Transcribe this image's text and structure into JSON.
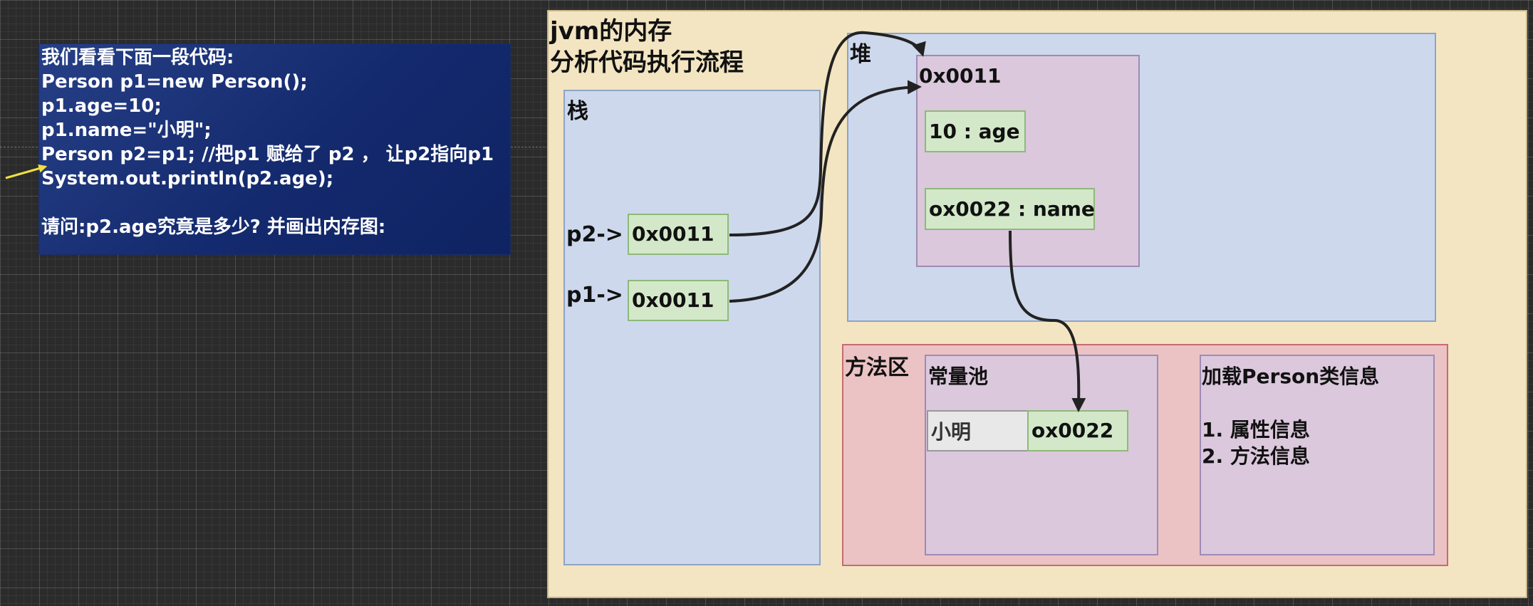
{
  "code_panel": {
    "lines": [
      "我们看看下面一段代码:",
      "Person p1=new Person();",
      "p1.age=10;",
      "p1.name=\"小明\";",
      "Person p2=p1; //把p1 赋给了 p2 ， 让p2指向p1",
      "System.out.println(p2.age);",
      "",
      "请问:p2.age究竟是多少? 并画出内存图:"
    ]
  },
  "jvm": {
    "title_line1": "jvm的内存",
    "title_line2": "分析代码执行流程"
  },
  "stack": {
    "title": "栈",
    "vars": [
      {
        "label": "p2->",
        "value": "0x0011"
      },
      {
        "label": "p1->",
        "value": "0x0011"
      }
    ]
  },
  "heap": {
    "title": "堆",
    "object": {
      "address": "0x0011",
      "fields": [
        {
          "text": "10 : age"
        },
        {
          "text": "ox0022 : name"
        }
      ]
    }
  },
  "method_area": {
    "title": "方法区",
    "constant_pool": {
      "title": "常量池",
      "entry_value": "小明",
      "entry_address": "ox0022"
    },
    "class_info": {
      "title": "加载Person类信息",
      "items": [
        "1. 属性信息",
        "2. 方法信息"
      ]
    }
  },
  "colors": {
    "arrow": "#222222",
    "pointer_arrow": "#f0e040"
  }
}
